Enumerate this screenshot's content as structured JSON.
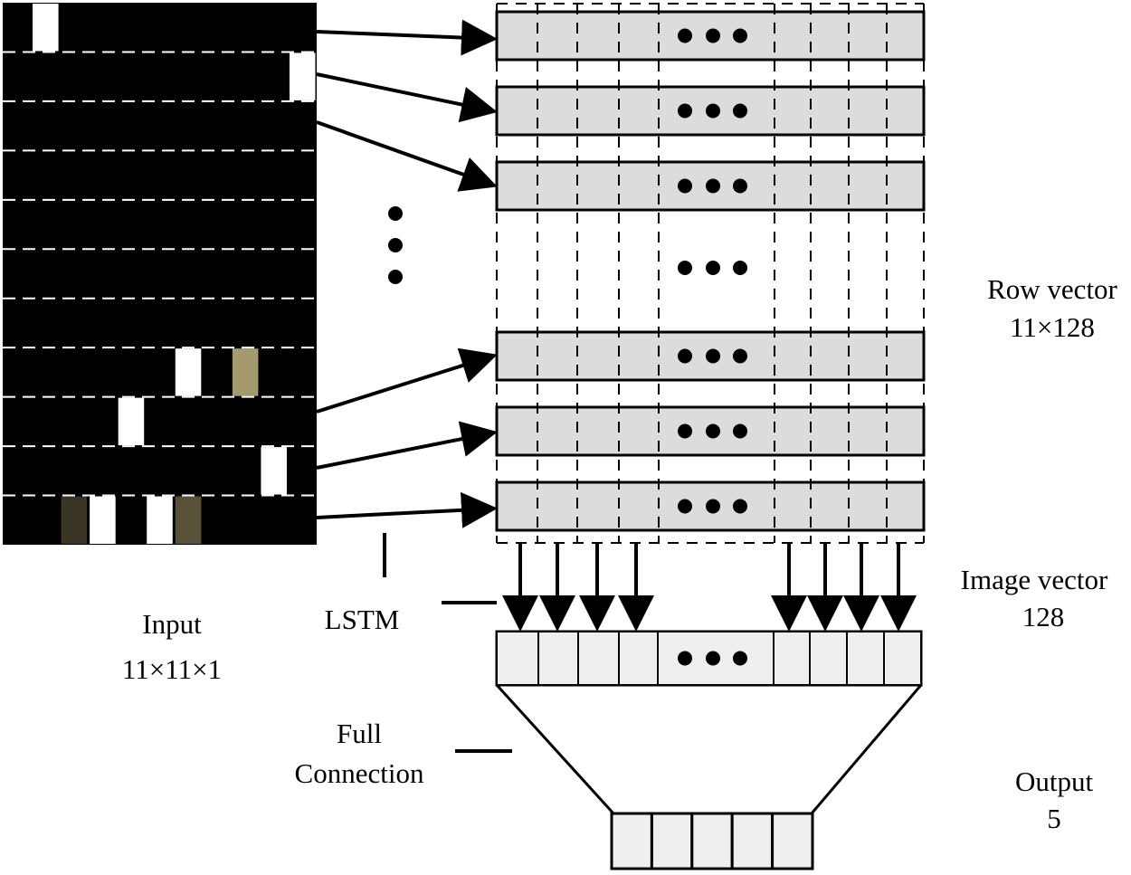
{
  "labels": {
    "input_title": "Input",
    "input_size": "11×11×1",
    "lstm": "LSTM",
    "full_1": "Full",
    "full_2": "Connection",
    "row_title": "Row vector",
    "row_size": "11×128",
    "image_title": "Image vector",
    "image_size": "128",
    "output_title": "Output",
    "output_size": "5"
  },
  "colors": {
    "input_background": "#000000",
    "row_divider": "#ffffff",
    "white_pixel": "#ffffff",
    "tan_pixel": "#a39a6e",
    "dark_tan_pixel": "#5a5238",
    "darker_tan_pixel": "#3a3424",
    "cell_fill": "#dcdcdc",
    "vector_fill": "#efefef",
    "stroke": "#000000"
  },
  "input_image": {
    "grid_rows": 11,
    "grid_cols": 11,
    "lit_pixels": [
      {
        "row": 0,
        "col": 1,
        "shade": "white_pixel"
      },
      {
        "row": 1,
        "col": 10,
        "shade": "white_pixel"
      },
      {
        "row": 7,
        "col": 6,
        "shade": "white_pixel"
      },
      {
        "row": 7,
        "col": 8,
        "shade": "tan_pixel"
      },
      {
        "row": 8,
        "col": 4,
        "shade": "white_pixel"
      },
      {
        "row": 9,
        "col": 9,
        "shade": "white_pixel"
      },
      {
        "row": 10,
        "col": 2,
        "shade": "darker_tan_pixel"
      },
      {
        "row": 10,
        "col": 3,
        "shade": "white_pixel"
      },
      {
        "row": 10,
        "col": 5,
        "shade": "white_pixel"
      },
      {
        "row": 10,
        "col": 6,
        "shade": "dark_tan_pixel"
      }
    ]
  },
  "row_vectors": {
    "count_shown": 6,
    "count_total": 11,
    "dim": 128
  },
  "image_vector": {
    "dim": 128
  },
  "output_vector": {
    "dim": 5
  }
}
